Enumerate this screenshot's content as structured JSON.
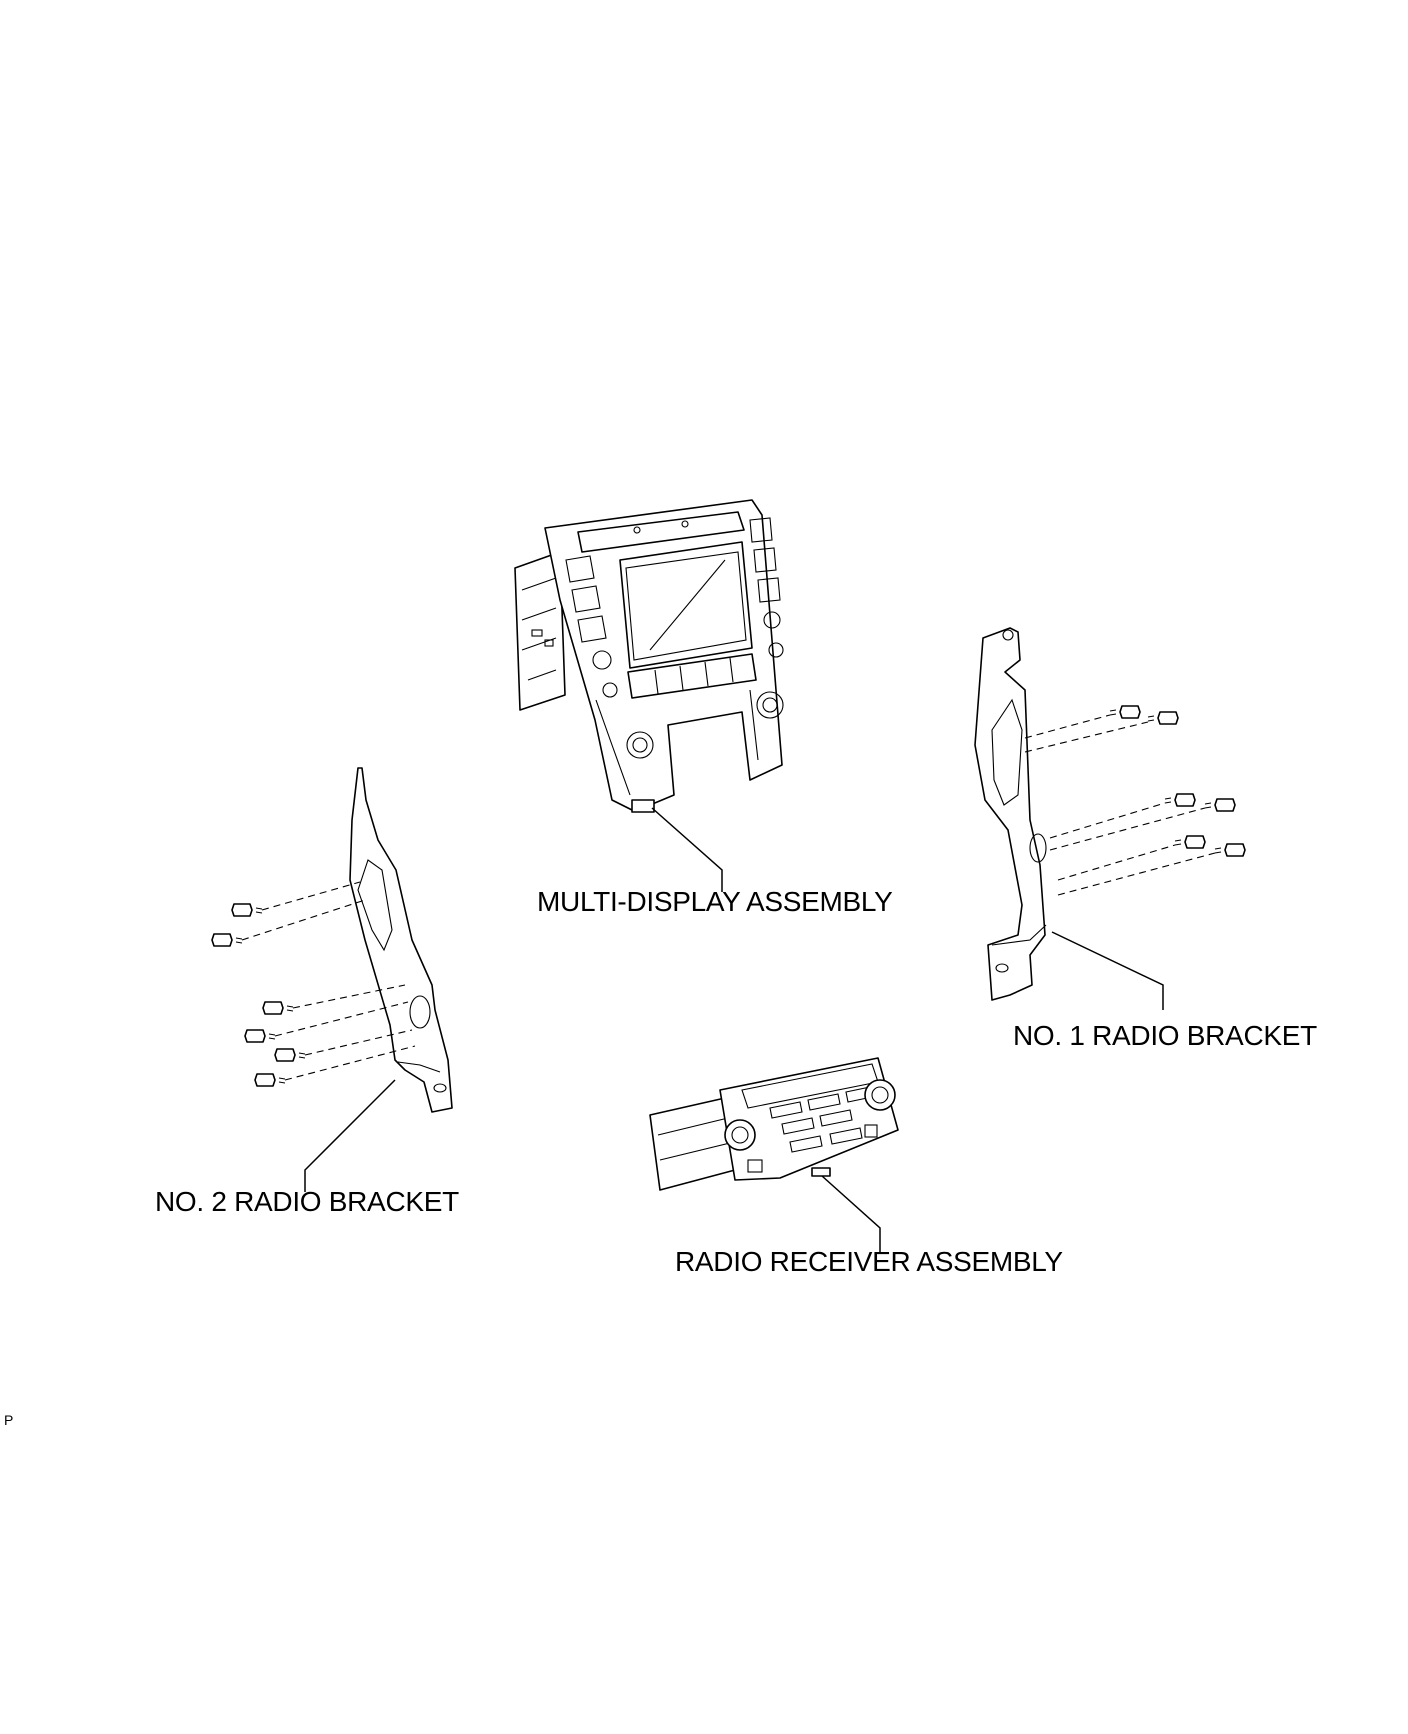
{
  "labels": {
    "multi_display": "MULTI-DISPLAY ASSEMBLY",
    "no1_bracket": "NO. 1 RADIO BRACKET",
    "no2_bracket": "NO. 2 RADIO BRACKET",
    "radio_receiver": "RADIO RECEIVER ASSEMBLY"
  },
  "corner_mark": "P"
}
